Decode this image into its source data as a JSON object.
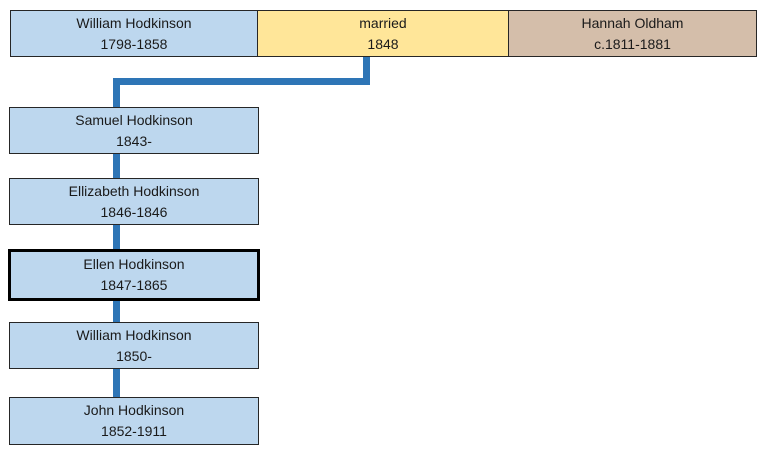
{
  "colors": {
    "person_fill": "#BDD7EE",
    "marriage_fill": "#FFE699",
    "spouse_fill": "#D4BEAA",
    "connector_blue": "#2E75B6",
    "box_border": "#262626",
    "highlight_border": "#000000"
  },
  "nodes": {
    "father": {
      "name": "William Hodkinson",
      "dates": "1798-1858"
    },
    "marriage": {
      "label": "married",
      "date": "1848"
    },
    "mother": {
      "name": "Hannah Oldham",
      "dates": "c.1811-1881"
    },
    "children": [
      {
        "name": "Samuel Hodkinson",
        "dates": "1843-"
      },
      {
        "name": "Ellizabeth Hodkinson",
        "dates": "1846-1846"
      },
      {
        "name": "Ellen Hodkinson",
        "dates": "1847-1865",
        "highlighted": true
      },
      {
        "name": "William Hodkinson",
        "dates": "1850-"
      },
      {
        "name": "John Hodkinson",
        "dates": "1852-1911"
      }
    ]
  }
}
